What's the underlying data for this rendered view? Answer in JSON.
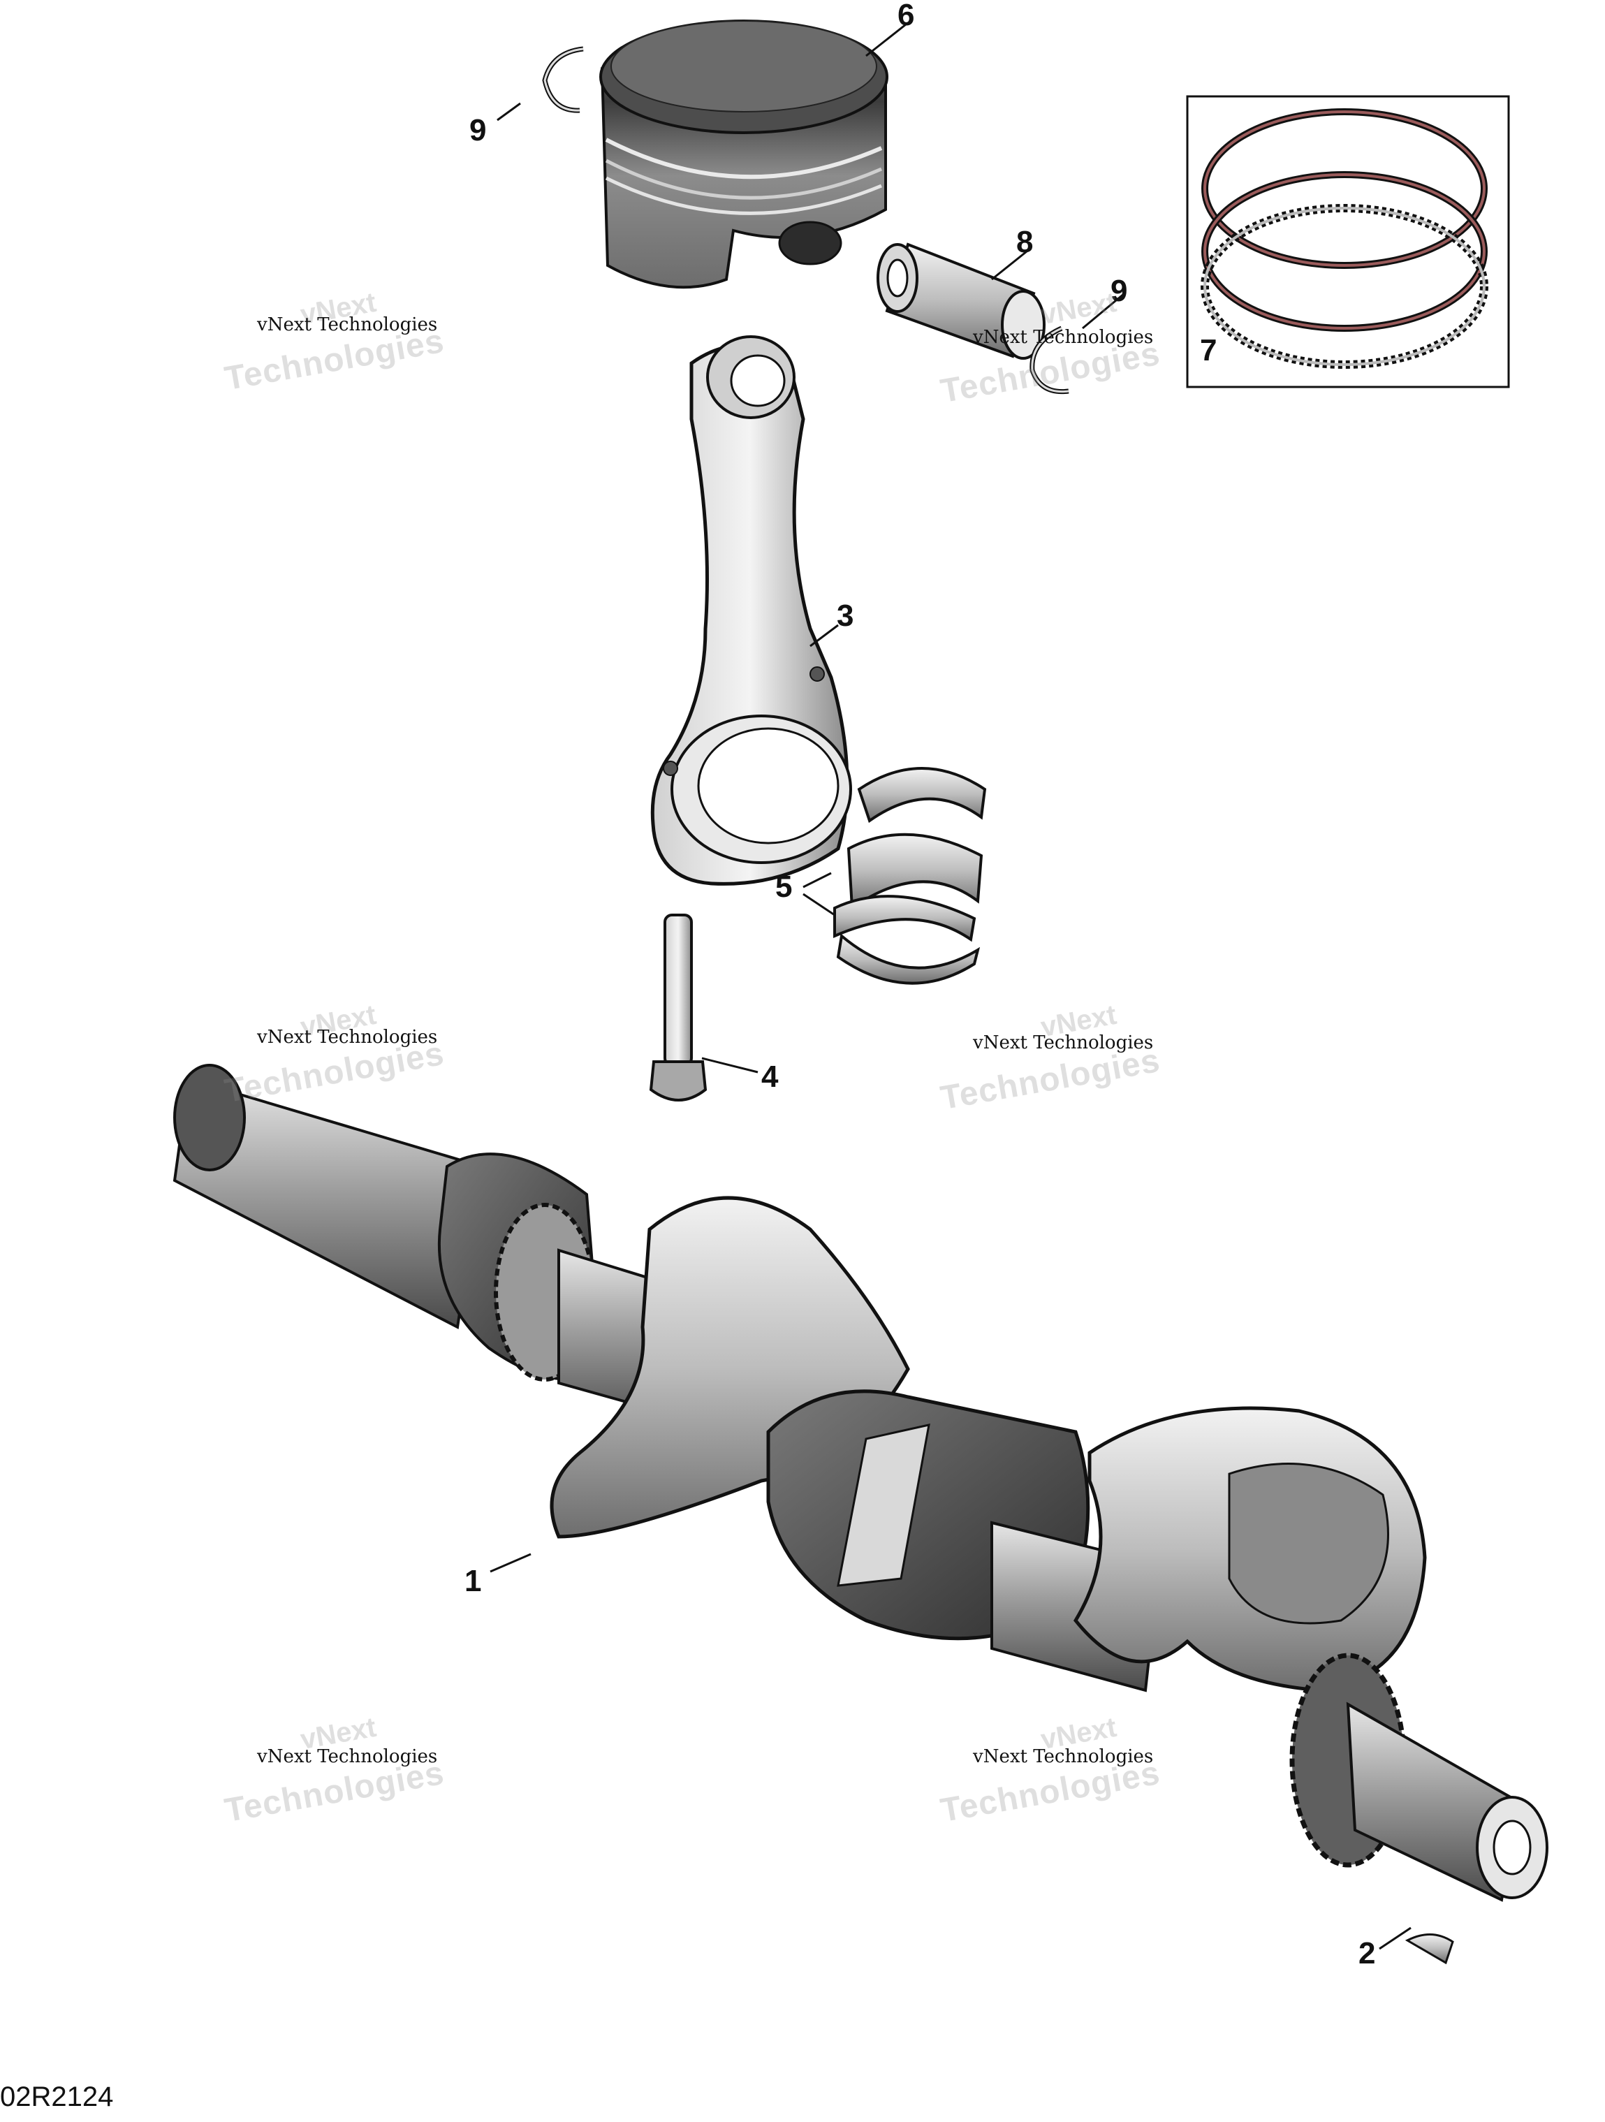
{
  "drawing_code": "02R2124",
  "callouts": [
    "1",
    "2",
    "3",
    "4",
    "5",
    "6",
    "7",
    "8",
    "9",
    "9"
  ],
  "watermark": {
    "line": "vNext Technologies",
    "word1": "vNext",
    "word2": "Technologies"
  },
  "colors": {
    "part_light": "#d9d9d9",
    "part_mid": "#9a9a9a",
    "part_dark": "#3f3f3f",
    "outline": "#111111",
    "ring_red": "#8a4a4a"
  },
  "parts": [
    "crankshaft",
    "woodruff-key",
    "connecting-rod",
    "con-rod-bolt",
    "bearing-shells",
    "piston",
    "piston-ring-set",
    "piston-pin",
    "circlip"
  ]
}
